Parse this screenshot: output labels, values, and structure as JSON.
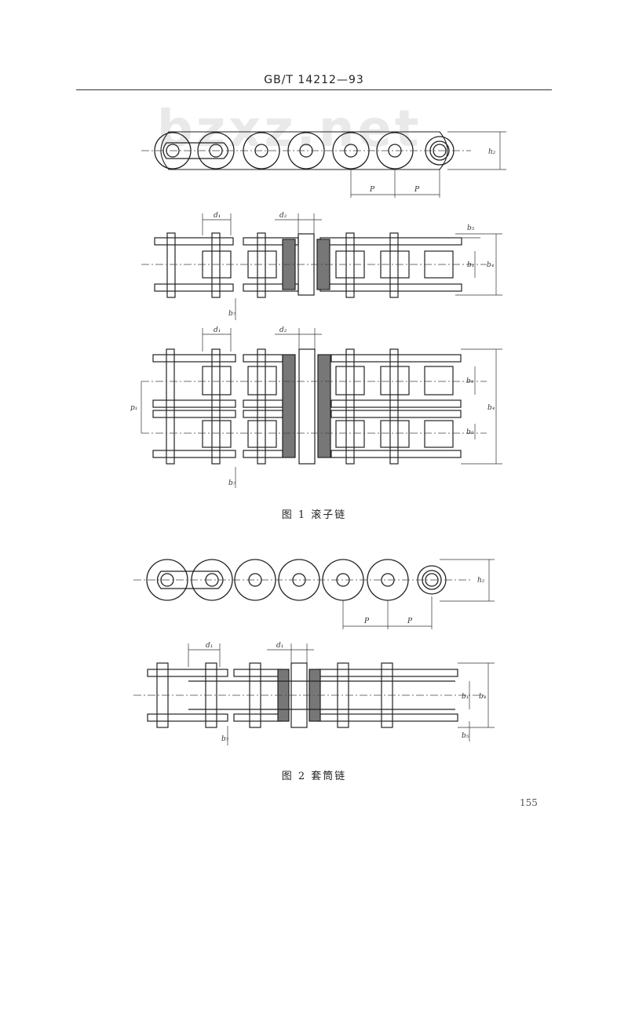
{
  "header": {
    "standard_number": "GB/T 14212—93"
  },
  "watermark": "bzxz.net",
  "figure1": {
    "caption": "图 1   滚子链",
    "labels": {
      "pitch": "P",
      "plate_height": "h₂",
      "pin_dia": "d₂",
      "roller_dia": "d₁",
      "b1": "b₁",
      "b4": "b₄",
      "b5": "b₅",
      "b7": "b₇",
      "transverse_pitch": "p₁"
    }
  },
  "figure2": {
    "caption": "图 2   套筒链",
    "labels": {
      "pitch": "P",
      "plate_height": "h₂",
      "bush_dia": "d₁",
      "b1": "b₁",
      "b4": "b₄",
      "b5": "b₅",
      "b7": "b₇"
    }
  },
  "page_number": "155"
}
